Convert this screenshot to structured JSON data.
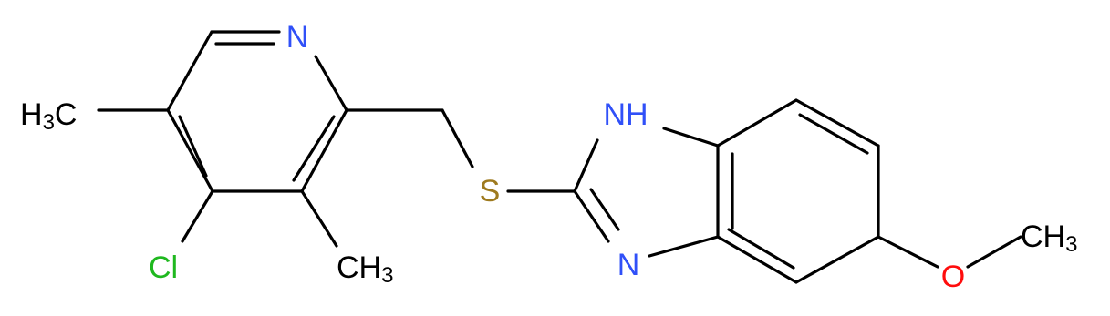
{
  "molecule": {
    "atoms": {
      "pyridine_n": {
        "text": "N",
        "color": "#3050F8"
      },
      "nh": {
        "text": "NH",
        "color": "#3050F8"
      },
      "imidazole_n": {
        "text": "N",
        "color": "#3050F8"
      },
      "sulfur": {
        "text": "S",
        "color": "#9E7A1F"
      },
      "oxygen": {
        "text": "O",
        "color": "#FF0D0D"
      },
      "chlorine": {
        "text": "Cl",
        "color": "#1FB81F"
      },
      "methyl_left": {
        "main": "H",
        "sub": "3",
        "tail": "C"
      },
      "methyl_bottom": {
        "main": "CH",
        "sub": "3"
      },
      "methyl_methoxy": {
        "main": "CH",
        "sub": "3"
      }
    }
  }
}
